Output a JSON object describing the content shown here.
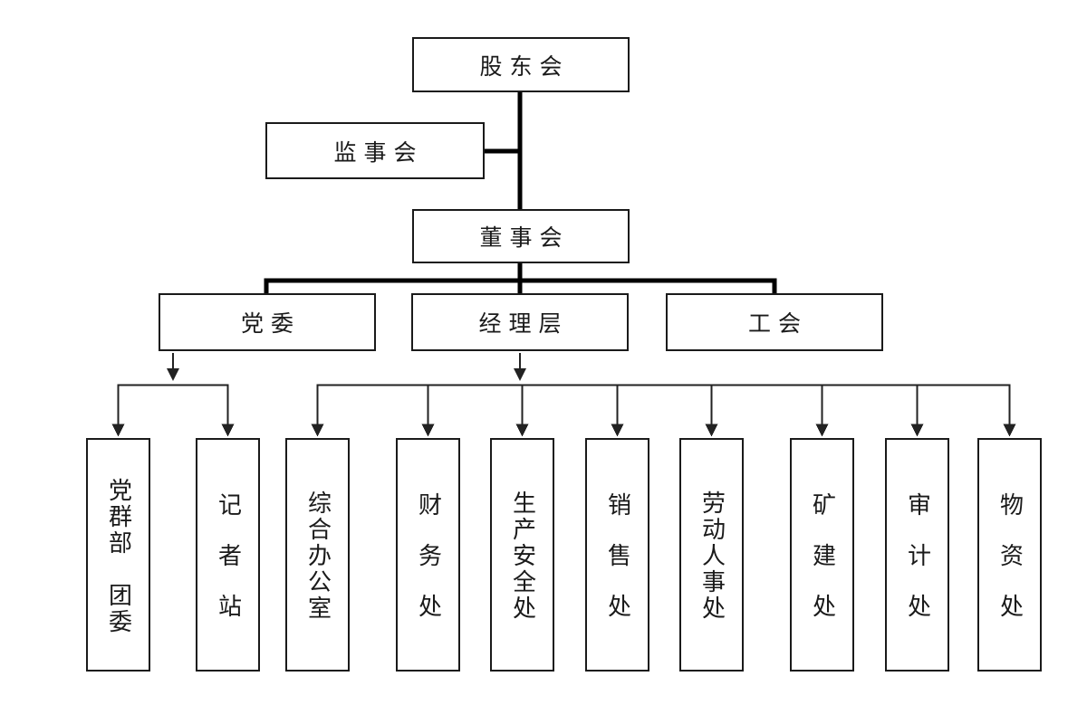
{
  "chart": {
    "type": "org-chart",
    "colors": {
      "background": "#ffffff",
      "line": "#000000",
      "box_border": "#1a1a1a",
      "text": "#1a1a1a"
    },
    "nodes": {
      "shareholders": {
        "label": "股东会"
      },
      "supervisory": {
        "label": "监事会"
      },
      "board": {
        "label": "董事会"
      },
      "party_committee": {
        "label": "党委"
      },
      "management": {
        "label": "经理层"
      },
      "labor_union": {
        "label": "工会"
      }
    },
    "edges": [
      {
        "from": "股东会",
        "to": "董事会"
      },
      {
        "from": "监事会",
        "to": "董事会"
      },
      {
        "from": "董事会",
        "to": "党委"
      },
      {
        "from": "董事会",
        "to": "经理层"
      },
      {
        "from": "董事会",
        "to": "工会"
      }
    ],
    "departments": [
      {
        "label": "党群部　团委",
        "reports_to": "党委"
      },
      {
        "label": "记者站",
        "reports_to": "党委"
      },
      {
        "label": "综合办公室",
        "reports_to": "经理层"
      },
      {
        "label": "财务处",
        "reports_to": "经理层"
      },
      {
        "label": "生产安全处",
        "reports_to": "经理层"
      },
      {
        "label": "销售处",
        "reports_to": "经理层"
      },
      {
        "label": "劳动人事处",
        "reports_to": "经理层"
      },
      {
        "label": "矿建处",
        "reports_to": "经理层"
      },
      {
        "label": "审计处",
        "reports_to": "经理层"
      },
      {
        "label": "物资处",
        "reports_to": "经理层"
      }
    ]
  }
}
